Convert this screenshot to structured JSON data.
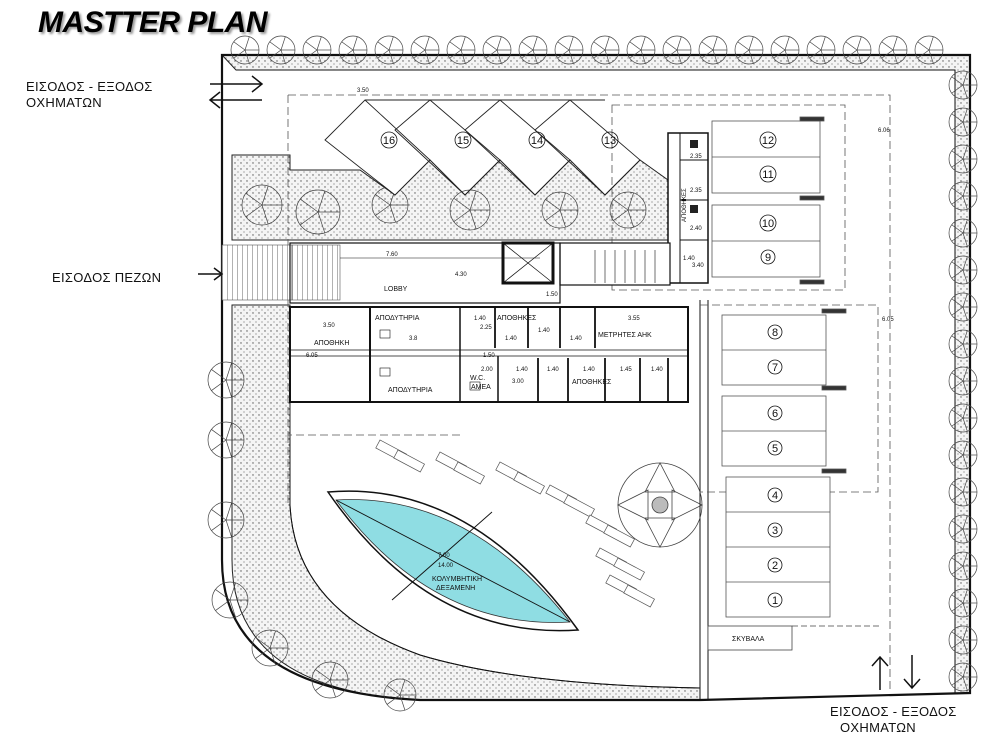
{
  "title": "MASTTER PLAN",
  "entrances": {
    "vehicle_top": [
      "ΕΙΣΟΔΟΣ - ΕΞΟΔΟΣ",
      "ΟΧΗΜΑΤΩΝ"
    ],
    "pedestrian": "ΕΙΣΟΔΟΣ ΠΕΖΩΝ",
    "vehicle_bottom": [
      "ΕΙΣΟΔΟΣ - ΕΞΟΔΟΣ",
      "ΟΧΗΜΑΤΩΝ"
    ]
  },
  "rooms": {
    "lobby": "LOBBY",
    "storage": "ΑΠΟΘΗΚΗ",
    "changing_top": "ΑΠΟΔΥΤΗΡΙΑ",
    "changing_bottom": "ΑΠΟΔΥΤΗΡΙΑ",
    "storerooms_top": "ΑΠΟΘΗΚΕΣ",
    "storerooms_bottom": "ΑΠΟΘΗΚΕΣ",
    "storerooms_vertical": "ΑΠΟΘΗΚΕΣ",
    "meters": "ΜΕΤΡΗΤΕΣ ΑΗΚ",
    "wc": [
      "W.C.",
      "ΑΜΕΑ"
    ],
    "pool": [
      "ΚΟΛΥΜΒΗΤΙΚΗ",
      "ΔΕΞΑΜΕΝΗ"
    ],
    "bins": "ΣΚΥΒΑΛΑ"
  },
  "parking_spaces": [
    "1",
    "2",
    "3",
    "4",
    "5",
    "6",
    "7",
    "8",
    "9",
    "10",
    "11",
    "12",
    "13",
    "14",
    "15",
    "16"
  ],
  "dimensions": {
    "d_3_50_top": "3.50",
    "d_6_06": "6.06",
    "d_6_05_right": "6.05",
    "d_7_60_lobby": "7.60",
    "d_4_30": "4.30",
    "d_1_50_a": "1.50",
    "d_1_40_stair": "1.40",
    "d_3_40": "3.40",
    "d_2_35_a": "2.35",
    "d_2_35_b": "2.35",
    "d_2_40": "2.40",
    "d_3_50_store": "3.50",
    "d_6_05_store": "6.05",
    "d_1_40_a": "1.40",
    "d_2_25": "2.25",
    "d_1_40_b": "1.40",
    "d_1_40_c": "1.40",
    "d_1_40_d": "1.40",
    "d_3_55": "3.55",
    "d_3_8": "3.8",
    "d_1_50_b": "1.50",
    "d_2_00": "2.00",
    "d_3_00": "3.00",
    "d_1_40_e": "1.40",
    "d_1_40_f": "1.40",
    "d_1_40_g": "1.40",
    "d_1_45": "1.45",
    "d_1_40_h": "1.40",
    "d_7_00": "7.00",
    "d_14_00": "14.00"
  },
  "colors": {
    "pool": "#8fdde3",
    "line": "#111111",
    "planting": "#f1f1f1"
  }
}
